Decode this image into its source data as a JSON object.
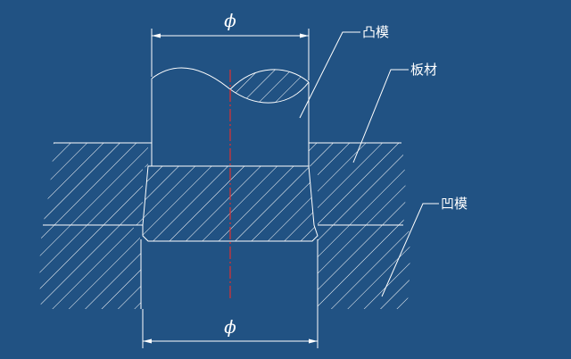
{
  "diagram": {
    "background_color": "#215283",
    "line_color": "#ffffff",
    "centerline_color": "#e03030",
    "labels": {
      "punch": "凸模",
      "sheet": "板材",
      "die": "凹模"
    },
    "dimensions": {
      "top_symbol": "ϕ",
      "bottom_symbol": "ϕ"
    }
  }
}
